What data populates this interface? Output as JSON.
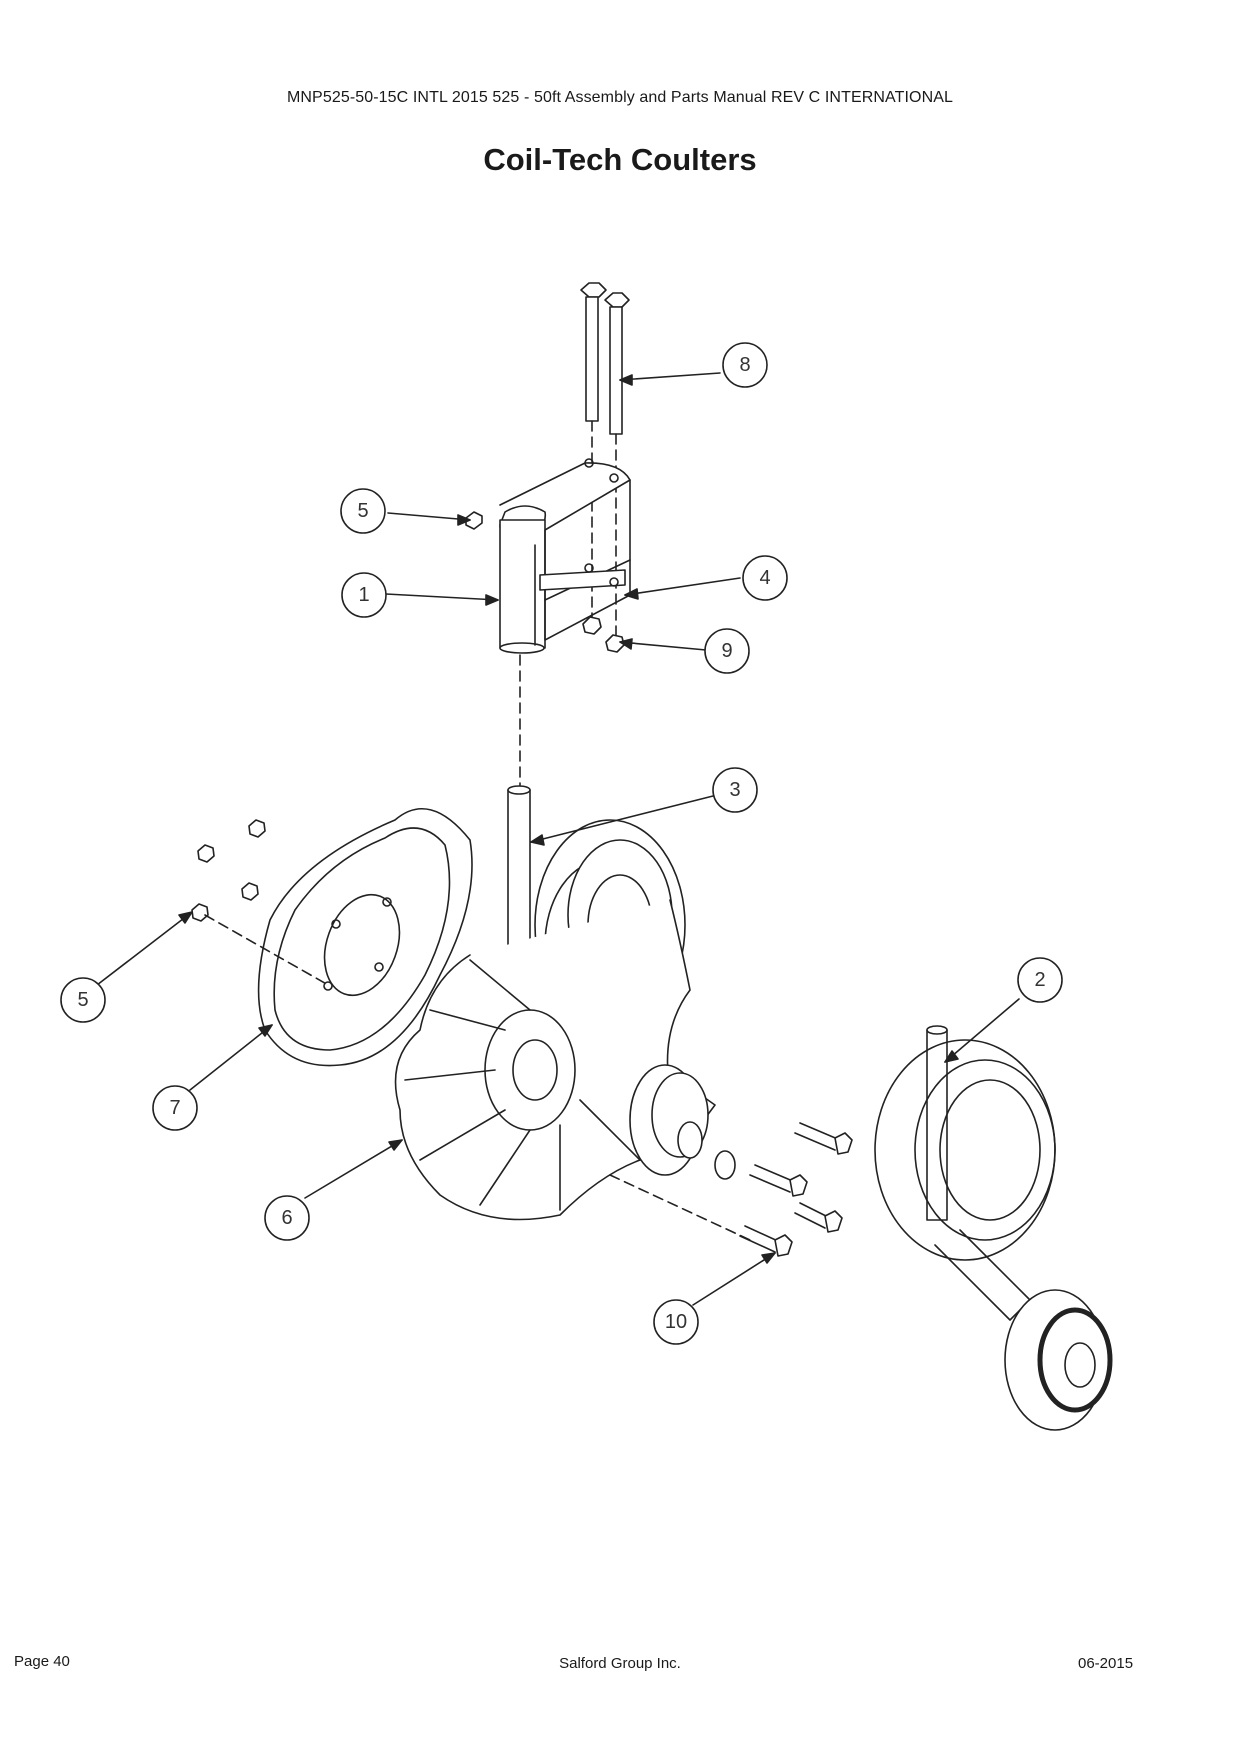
{
  "header": {
    "manual_title": "MNP525-50-15C INTL 2015 525 - 50ft Assembly and Parts Manual REV C INTERNATIONAL",
    "page_title": "Coil-Tech Coulters"
  },
  "callouts": [
    "8",
    "5",
    "4",
    "1",
    "9",
    "3",
    "5",
    "2",
    "7",
    "6",
    "10"
  ],
  "footer": {
    "page": "Page 40",
    "company": "Salford Group Inc.",
    "date": "06-2015"
  }
}
